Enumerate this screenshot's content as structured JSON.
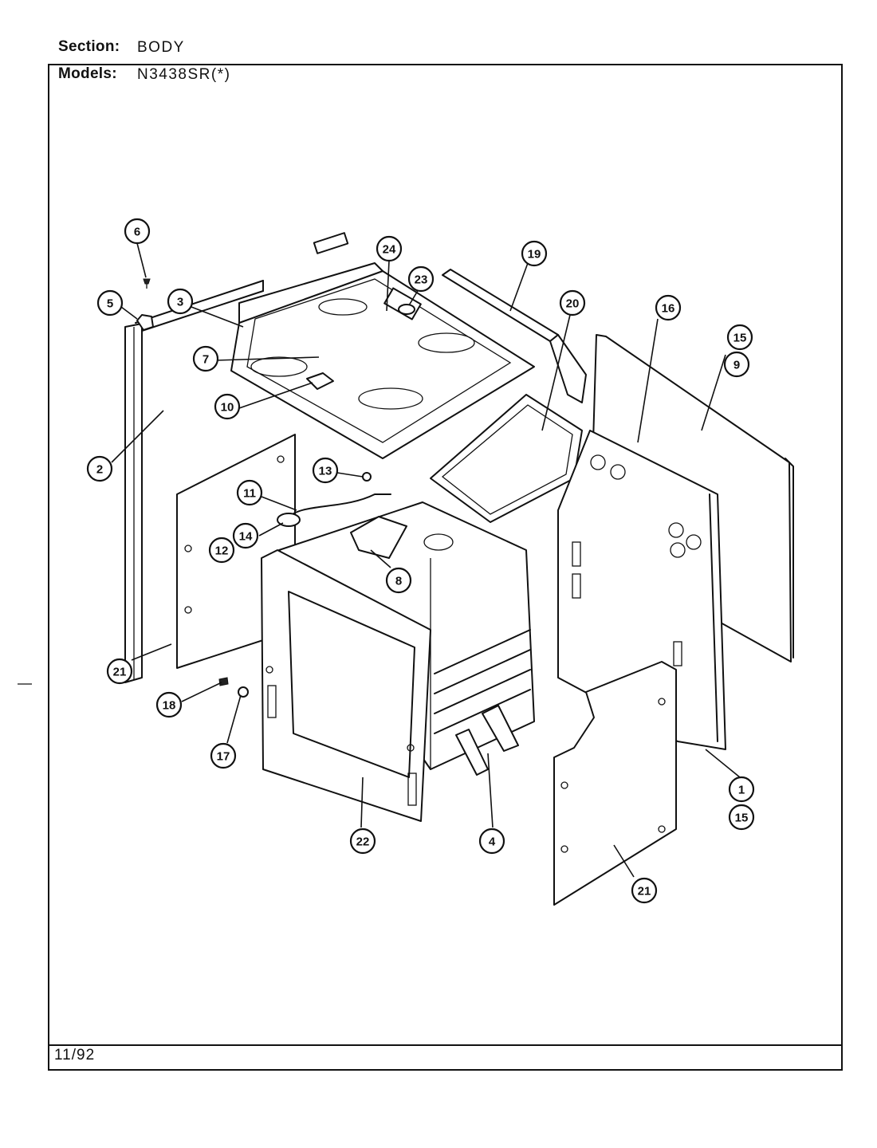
{
  "header": {
    "section_label": "Section:",
    "section_value": "BODY",
    "models_label": "Models:",
    "models_value": "N3438SR(*)"
  },
  "footer": {
    "date": "11/92"
  },
  "callouts": [
    "6",
    "5",
    "3",
    "24",
    "23",
    "19",
    "20",
    "16",
    "15",
    "9",
    "7",
    "10",
    "2",
    "13",
    "11",
    "14",
    "12",
    "8",
    "21",
    "18",
    "17",
    "22",
    "4",
    "1",
    "15",
    "21"
  ]
}
